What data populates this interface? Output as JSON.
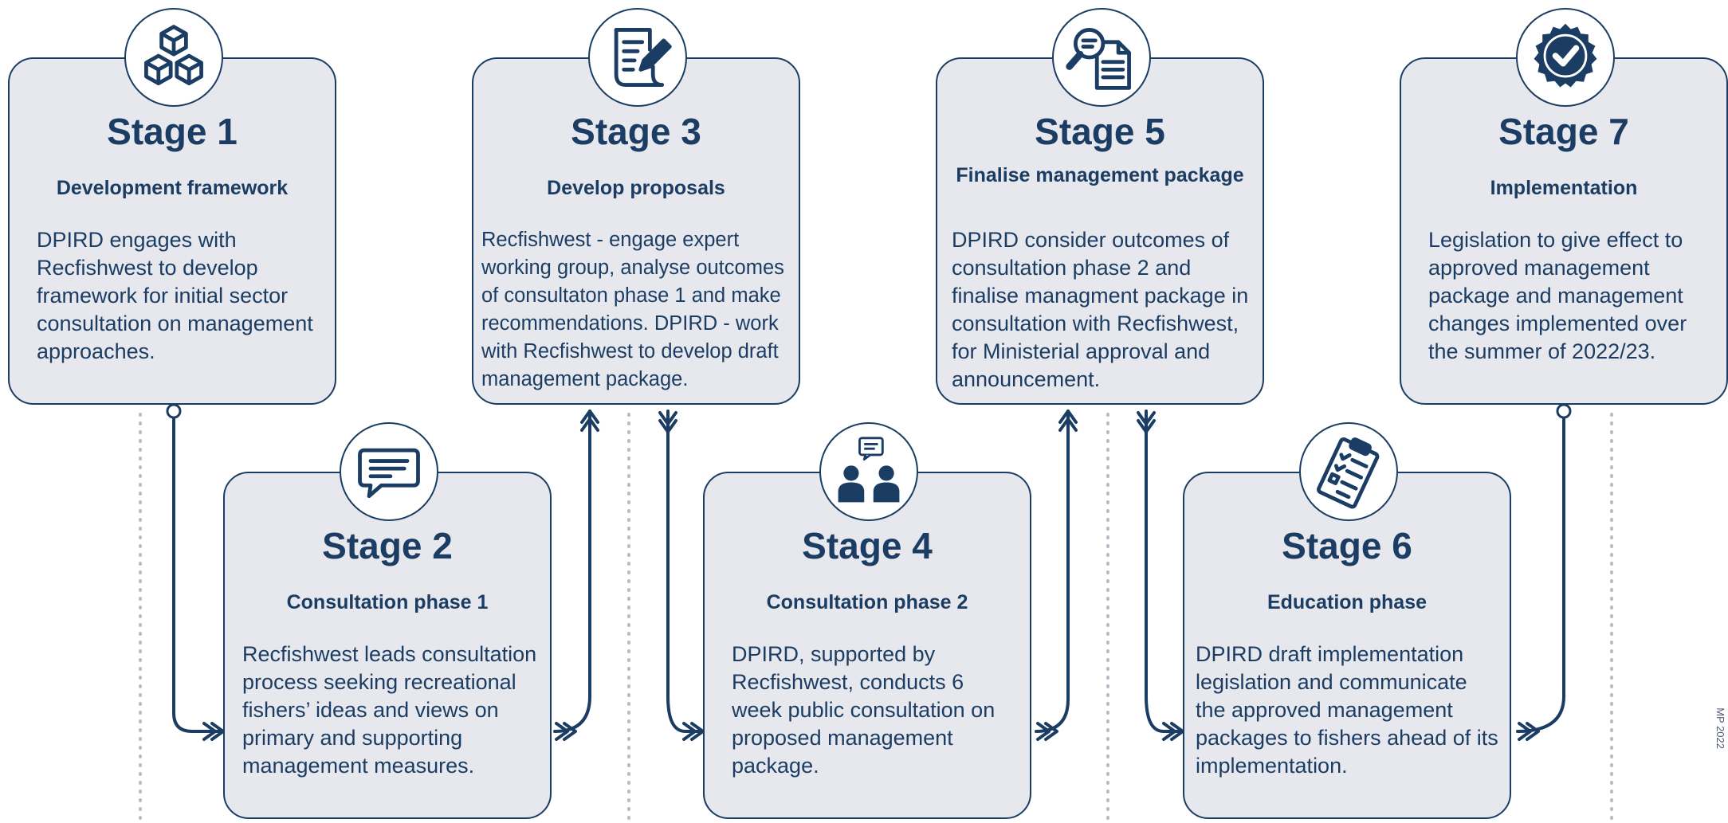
{
  "stages": [
    {
      "title": "Stage 1",
      "subtitle": "Development framework",
      "description": "DPIRD engages with Recfishwest to develop framework for initial sector consultation on management approaches.",
      "icon": "cubes-icon"
    },
    {
      "title": "Stage 2",
      "subtitle": "Consultation phase 1",
      "description": "Recfishwest leads consultation process seeking recreational fishers’ ideas and views on primary and supporting management measures.",
      "icon": "chat-bubble-icon"
    },
    {
      "title": "Stage 3",
      "subtitle": "Develop proposals",
      "description": "Recfishwest - engage expert working group, analyse outcomes of consultaton phase 1 and make recommendations. DPIRD - work with Recfishwest to develop draft management package.",
      "icon": "document-pen-icon"
    },
    {
      "title": "Stage 4",
      "subtitle": "Consultation phase 2",
      "description": "DPIRD, supported by Recfishwest, conducts 6 week public consultation on proposed management package.",
      "icon": "people-chat-icon"
    },
    {
      "title": "Stage 5",
      "subtitle": "Finalise management package",
      "description": "DPIRD consider outcomes of consultation phase 2 and finalise managment package in consultation with Recfishwest, for Ministerial approval and announcement.",
      "icon": "magnifier-document-icon"
    },
    {
      "title": "Stage 6",
      "subtitle": "Education phase",
      "description": "DPIRD draft implementation legislation and communicate the approved management packages to fishers ahead of its implementation.",
      "icon": "clipboard-checklist-icon"
    },
    {
      "title": "Stage 7",
      "subtitle": "Implementation",
      "description": "Legislation to give effect to approved management package and management changes implemented over the summer of 2022/23.",
      "icon": "badge-check-icon"
    }
  ],
  "colors": {
    "navy": "#1c3d63",
    "card_fill": "#e6e8ee",
    "divider": "#b8bcc4"
  },
  "watermark": "MP 2022"
}
